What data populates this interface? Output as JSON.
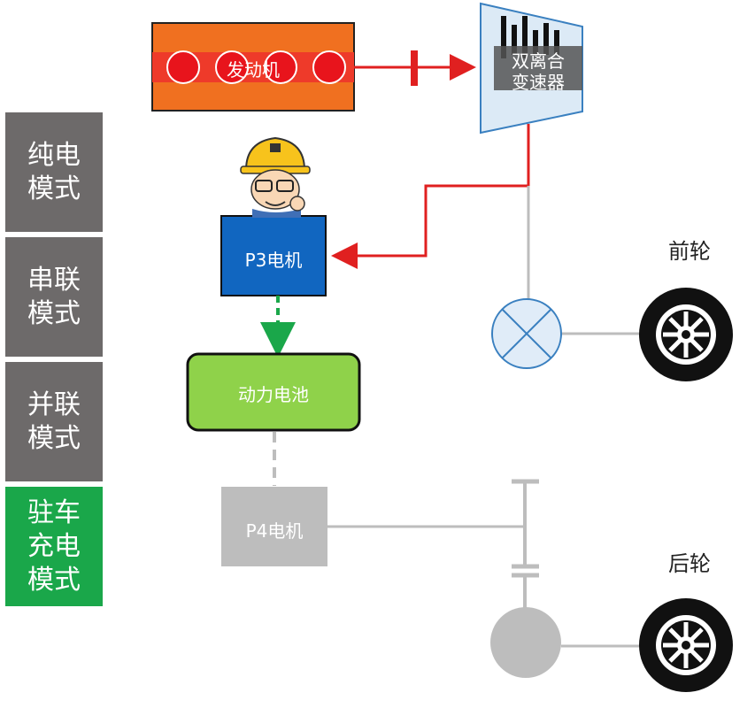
{
  "modes": [
    {
      "label": "纯电\n模式",
      "color": "#6d6a6a",
      "active": false
    },
    {
      "label": "串联\n模式",
      "color": "#6d6a6a",
      "active": false
    },
    {
      "label": "并联\n模式",
      "color": "#6d6a6a",
      "active": false
    },
    {
      "label": "驻车\n充电\n模式",
      "color": "#1aa74a",
      "active": true
    }
  ],
  "components": {
    "engine": "发动机",
    "transmission_line1": "双离合",
    "transmission_line2": "变速器",
    "p3_motor": "P3电机",
    "battery": "动力电池",
    "p4_motor": "P4电机"
  },
  "wheels": {
    "front": "前轮",
    "rear": "后轮"
  },
  "colors": {
    "active_flow": "#e02020",
    "charge_flow": "#1aa74a",
    "inactive": "#bdbdbd",
    "engine_fill": "#f07020",
    "p3_fill": "#1166c0",
    "battery_fill": "#8fd24a",
    "transmission_fill": "#dceaf6"
  }
}
